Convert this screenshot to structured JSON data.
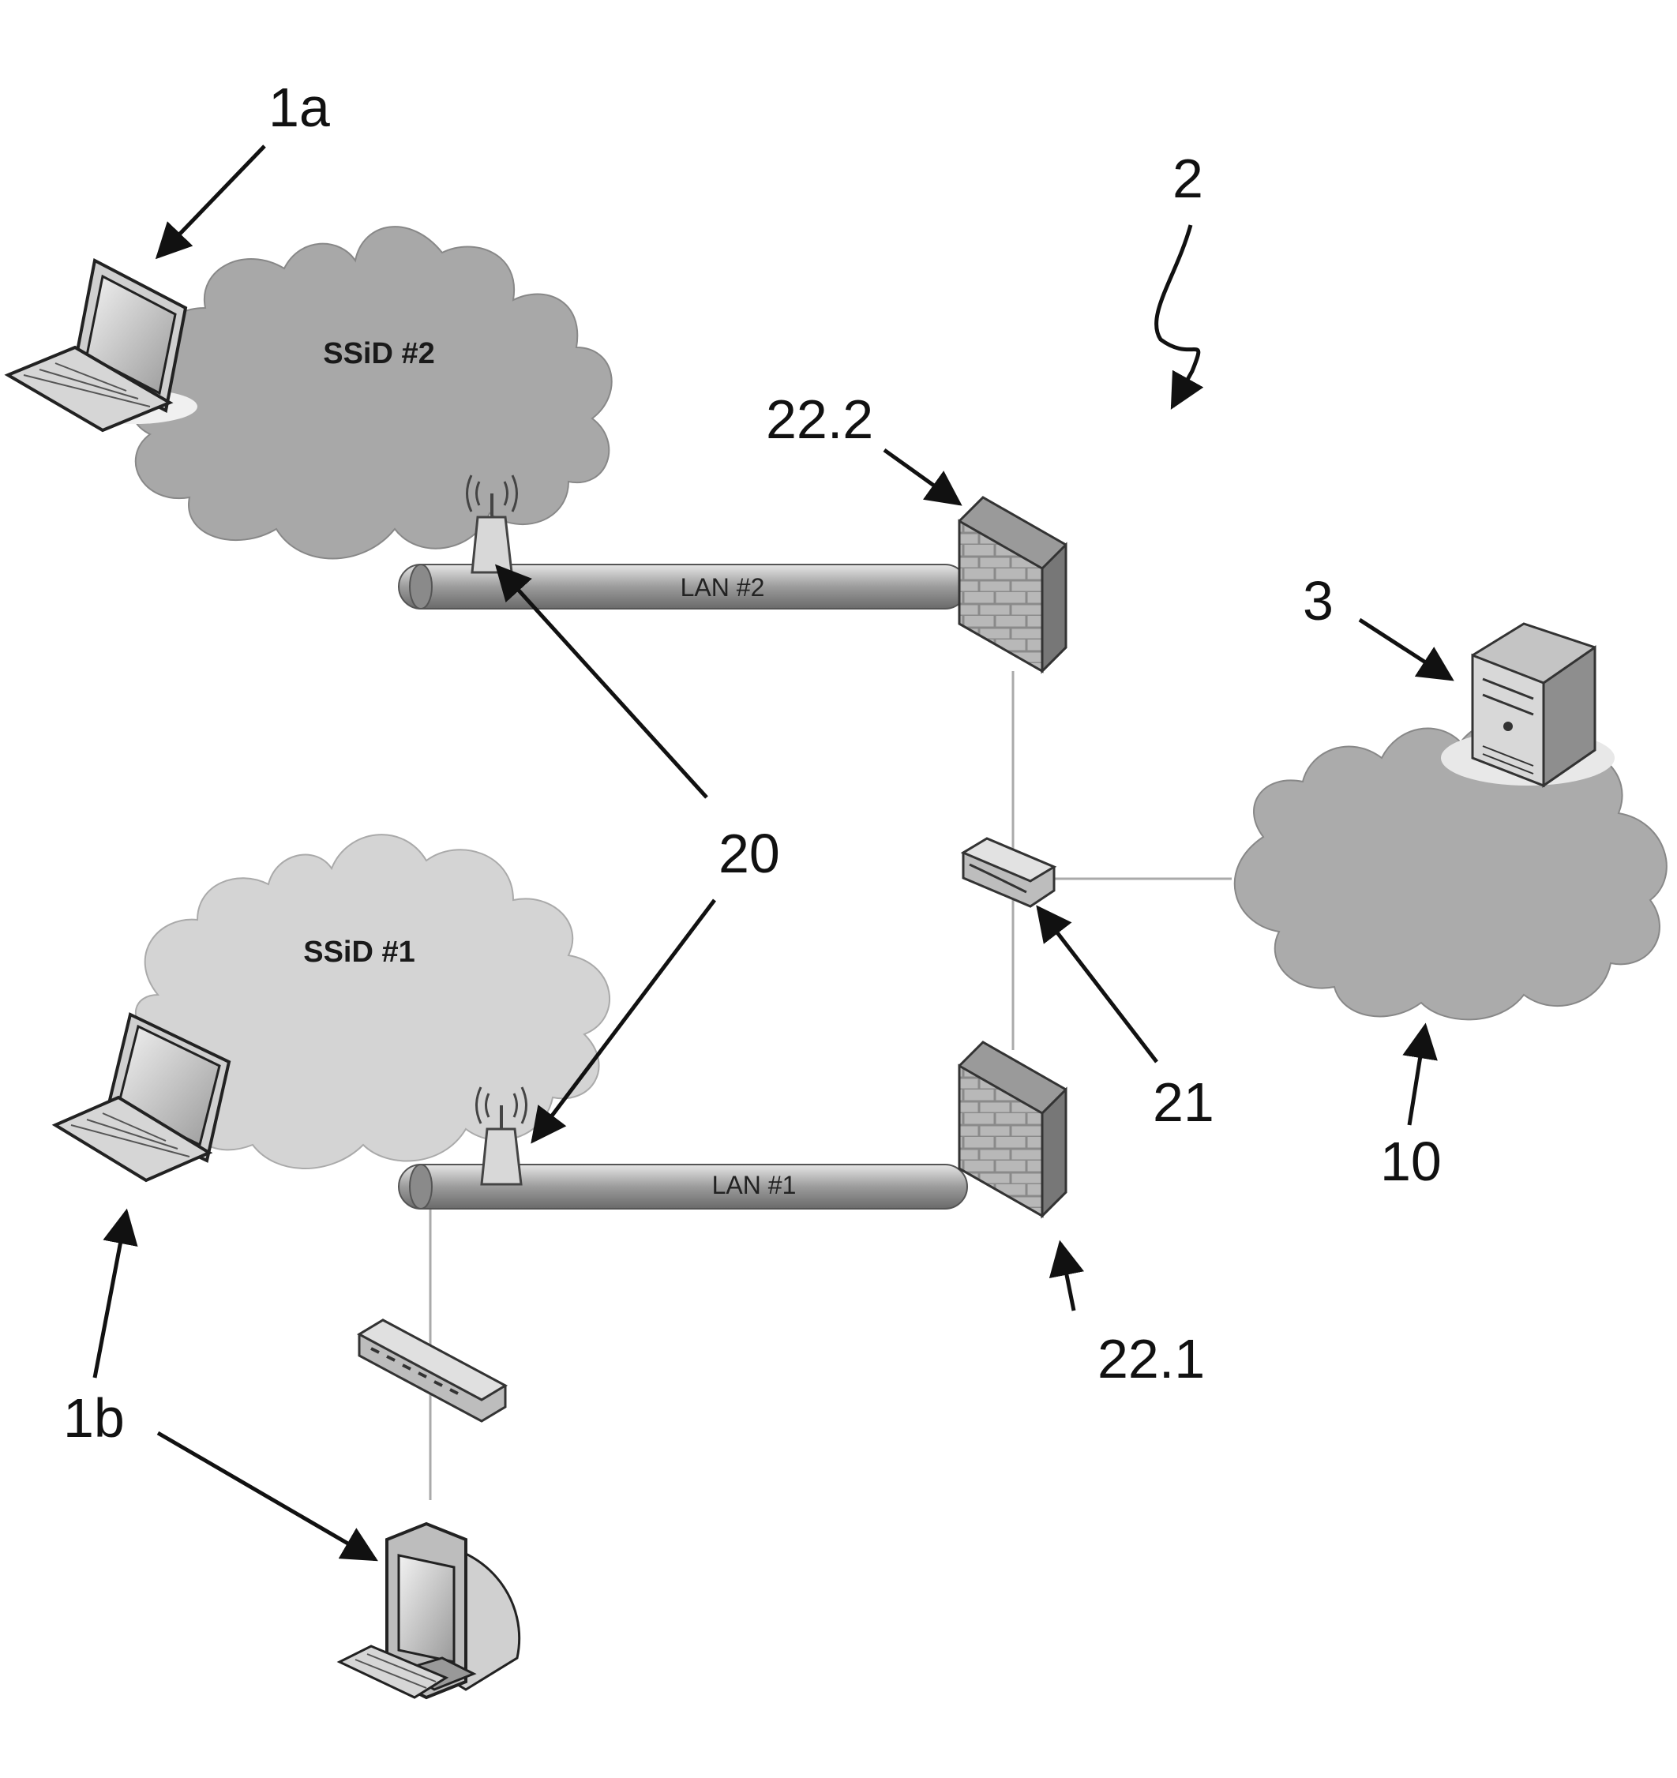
{
  "colors": {
    "cloud_dark": "#a9a9a9",
    "cloud_light": "#d6d6d6",
    "device": "#c8c8c8",
    "line": "#111111"
  },
  "clouds": {
    "ssid2": "SSiD #2",
    "ssid1": "SSiD #1"
  },
  "lans": {
    "lan2": "LAN #2",
    "lan1": "LAN #1"
  },
  "refs": {
    "r1a": "1a",
    "r2": "2",
    "r22_2": "22.2",
    "r3": "3",
    "r20": "20",
    "r21": "21",
    "r10": "10",
    "r22_1": "22.1",
    "r1b": "1b"
  },
  "icons": [
    "laptop-icon",
    "desktop-computer-icon",
    "access-point-icon",
    "firewall-icon",
    "router-icon",
    "switch-icon",
    "server-icon",
    "cloud-icon"
  ]
}
